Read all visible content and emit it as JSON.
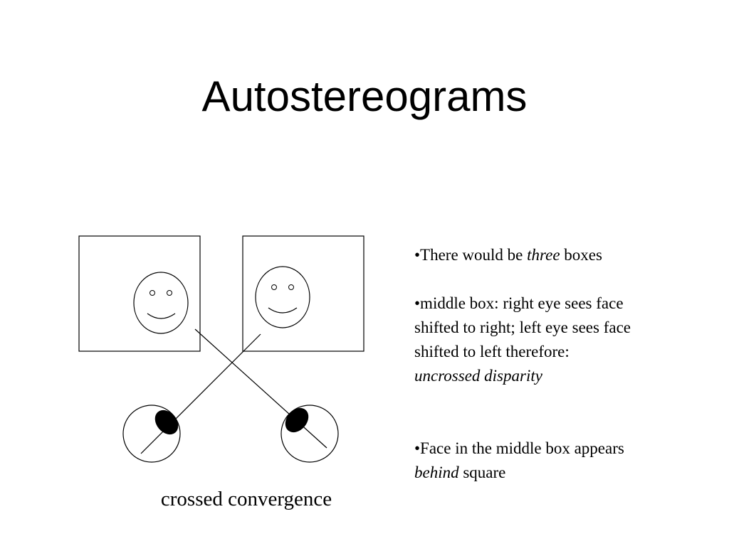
{
  "title": "Autostereograms",
  "caption": "crossed convergence",
  "bullets": {
    "b1_pre": "•There would be ",
    "b1_em": "three",
    "b1_post": " boxes",
    "b2_line1": "•middle box: right eye sees face",
    "b2_line2": "shifted to right; left eye sees face",
    "b2_line3": "shifted to left therefore:",
    "b2_em": "uncrossed disparity",
    "b3_line1": "•Face in the middle box appears",
    "b3_em": "behind",
    "b3_post": " square"
  }
}
